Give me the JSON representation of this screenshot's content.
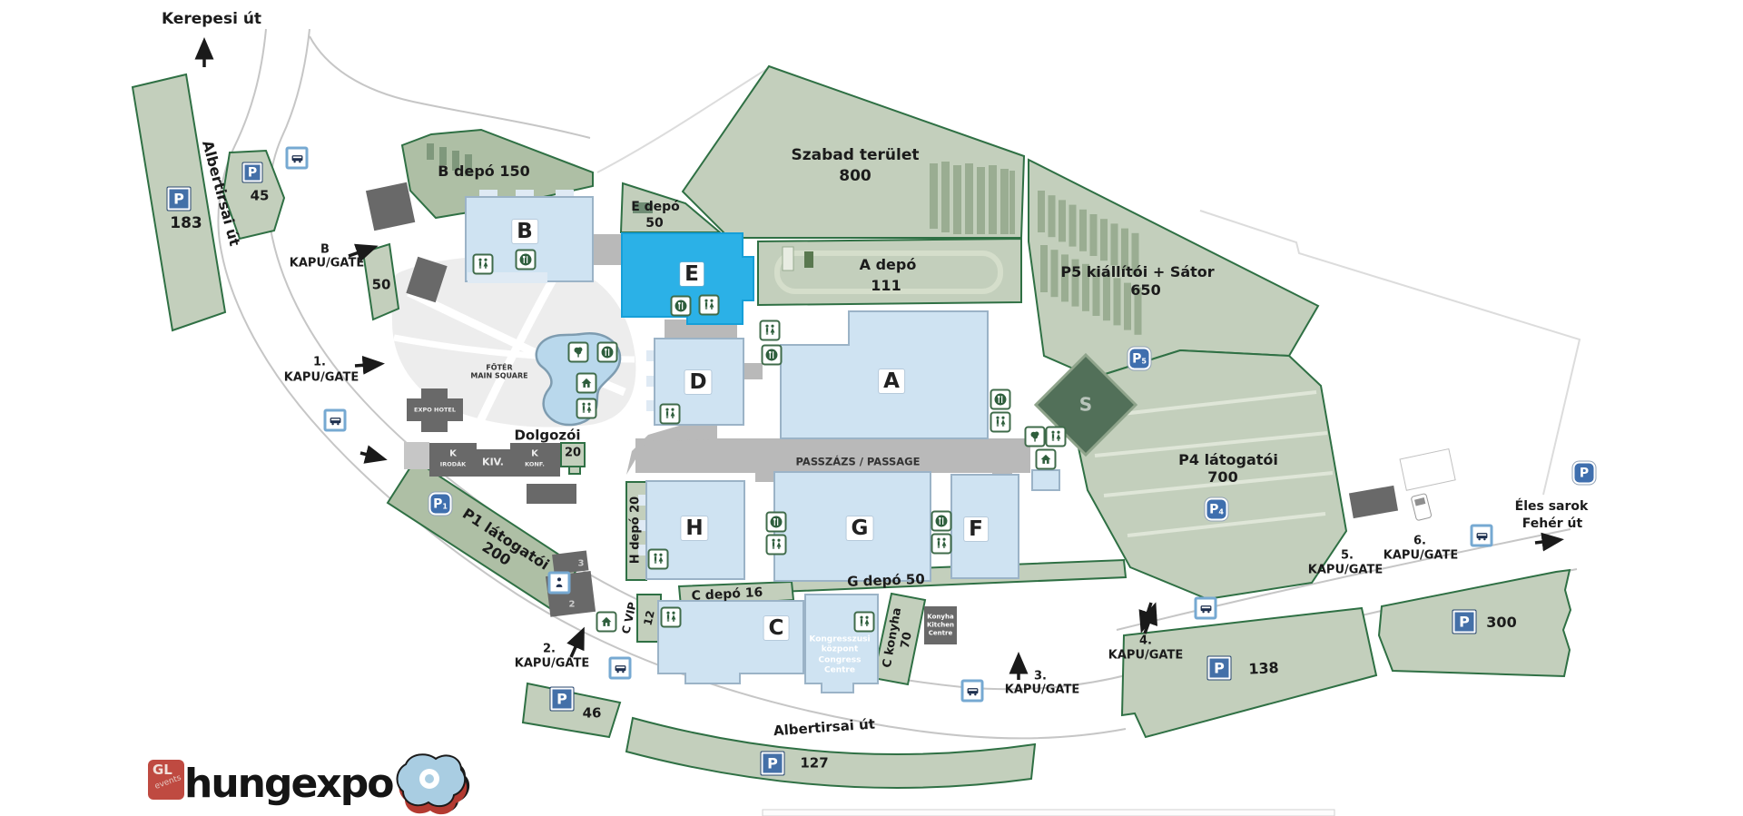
{
  "colors": {
    "highlight_hall": "#2bb1e7",
    "area_fill": "#c3cfbc",
    "area_border": "#2f7044",
    "hall_fill": "#cfe3f2",
    "parking_sign_blue": "#4470a8",
    "icon_green": "#2e5e3c"
  },
  "roads": {
    "kerepesi": "Kerepesi út",
    "albertirsai_left": "Albertirsai út",
    "albertirsai_bottom": "Albertirsai út",
    "eles_sarok": "Éles sarok",
    "feher_ut": "Fehér út"
  },
  "halls": {
    "a": "A",
    "b": "B",
    "c": "C",
    "d": "D",
    "e": "E",
    "f": "F",
    "g": "G",
    "h": "H",
    "s": "S"
  },
  "depots": {
    "b_depo": "B depó 150",
    "e_depo_1": "E depó",
    "e_depo_2": "50",
    "a_depo_1": "A depó",
    "a_depo_2": "111",
    "h_depo": "H depó 20",
    "g_depo": "G depó 50",
    "c_depo": "C depó 16",
    "c_konyha_1": "C konyha",
    "c_konyha_2": "70",
    "c_vip": "C VIP",
    "c_vip_num": "12",
    "dolgozoi": "Dolgozói",
    "dolgozoi_num": "20"
  },
  "areas": {
    "szabad_1": "Szabad terület",
    "szabad_2": "800",
    "p5_1": "P5 kiállítói + Sátor",
    "p5_2": "650",
    "p4_1": "P4 látogatói",
    "p4_2": "700",
    "p1_1": "P1 látogatói",
    "p1_2": "200"
  },
  "parking": {
    "letter": "P",
    "p183": "183",
    "p45": "45",
    "p46": "46",
    "p127": "127",
    "p138": "138",
    "p300": "300",
    "sub1": "1",
    "sub4": "4",
    "sub5": "5"
  },
  "gates": {
    "b_1": "B",
    "kapu": "KAPU/GATE",
    "b_num": "50",
    "g1": "1.",
    "g2": "2.",
    "g3": "3.",
    "g4": "4.",
    "g5": "5.",
    "g6": "6."
  },
  "buildings": {
    "k1a": "K",
    "k1b": "IRODÁK",
    "kiv": "KIV.",
    "k2a": "K",
    "k2b": "KONF.",
    "expo_hotel": "EXPO HOTEL",
    "foter_1": "FŐTÉR",
    "foter_2": "MAIN SQUARE",
    "passage": "PASSZÁZS / PASSAGE",
    "kongresszusi": [
      "Kongresszusi",
      "központ",
      "Congress",
      "Centre"
    ],
    "konyha": [
      "Konyha",
      "Kitchen",
      "Centre"
    ],
    "num2": "2",
    "num3": "3"
  },
  "logo": {
    "gl": "GL",
    "events": "events",
    "name": "hungexpo"
  }
}
